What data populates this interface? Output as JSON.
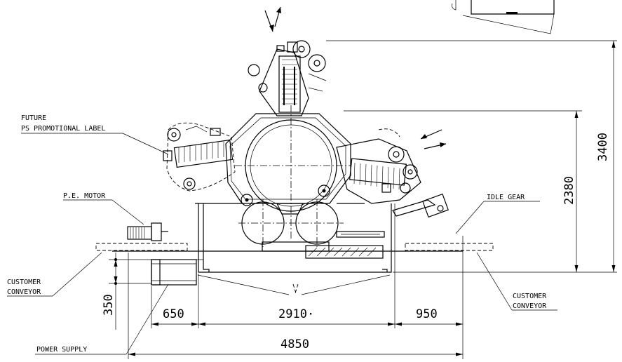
{
  "labels": {
    "future_line1": "FUTURE",
    "future_line2": "PS PROMOTIONAL LABEL",
    "pe_motor": "P.E. MOTOR",
    "idle_gear": "IDLE GEAR",
    "customer_conveyor_left_1": "CUSTOMER",
    "customer_conveyor_left_2": "CONVEYOR",
    "customer_conveyor_right_1": "CUSTOMER",
    "customer_conveyor_right_2": "CONVEYOR",
    "power_supply": "POWER SUPPLY"
  },
  "dimensions": {
    "d650": "650",
    "d2910": "2910·",
    "d950": "950",
    "d4850": "4850",
    "d350": "350",
    "d2380": "2380",
    "d3400": "3400"
  },
  "icons": {
    "flow_arrows": "direction-arrows"
  }
}
